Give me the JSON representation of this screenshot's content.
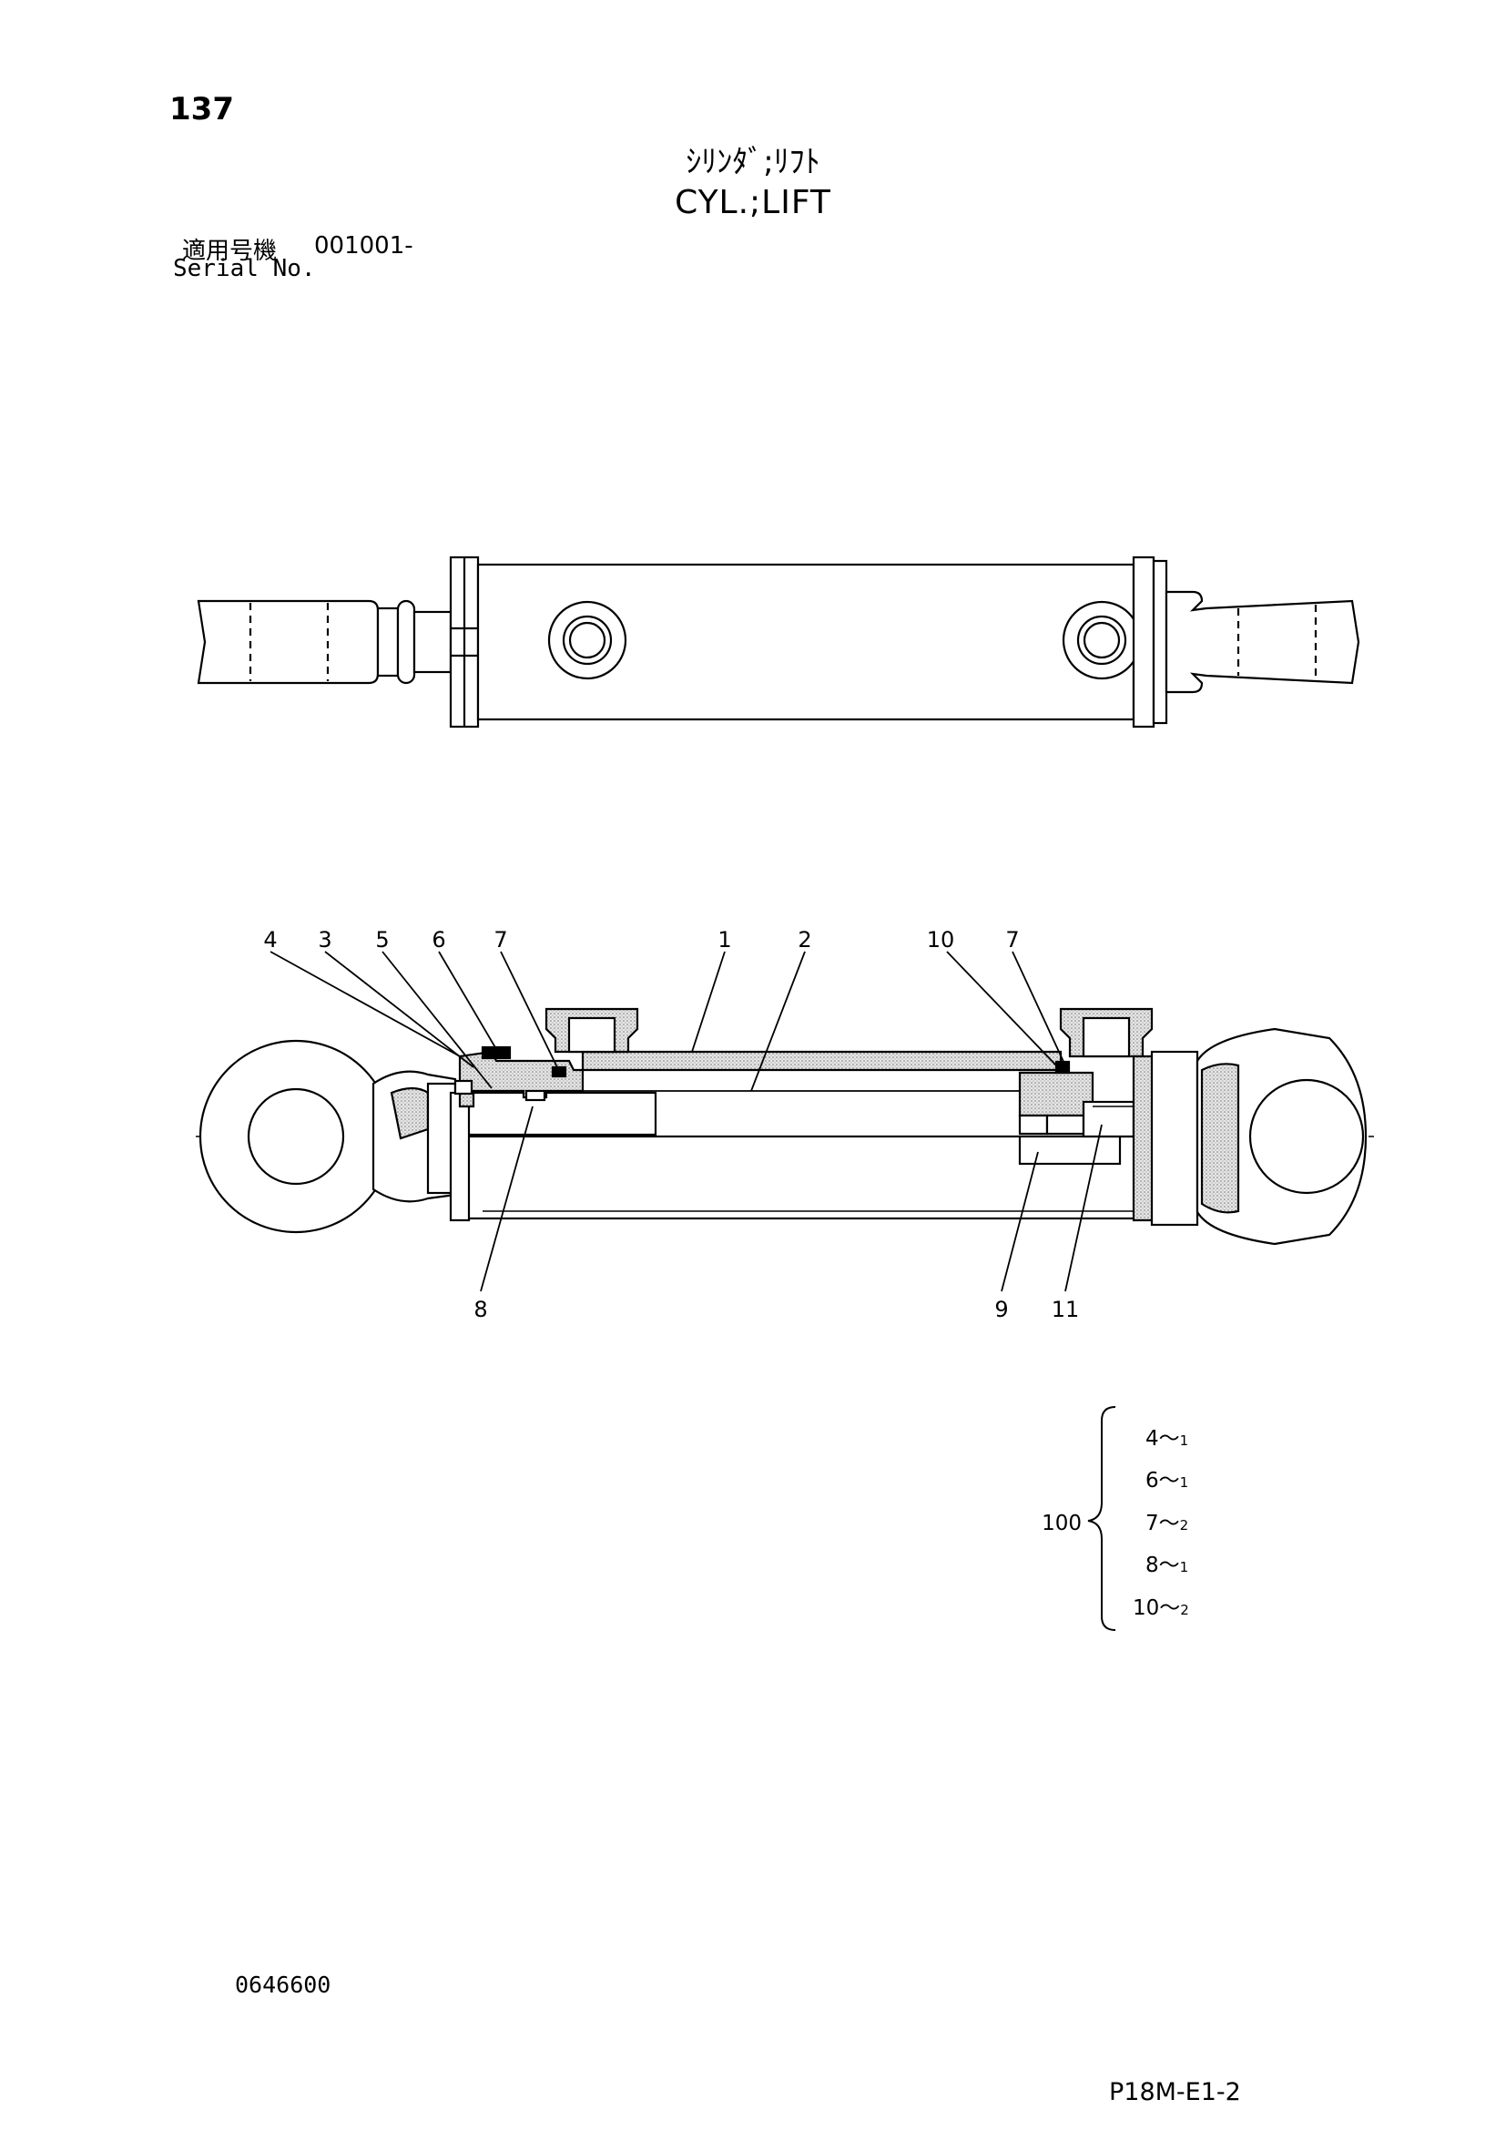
{
  "header": {
    "page_number": "137",
    "title_jp": "ｼﾘﾝﾀﾞ;ﾘﾌﾄ",
    "title_en": "CYL.;LIFT",
    "serial_label_jp": "適用号機",
    "serial_from": "001001-",
    "serial_label_en": "Serial No."
  },
  "callouts": [
    {
      "id": "c4",
      "label": "4"
    },
    {
      "id": "c3",
      "label": "3"
    },
    {
      "id": "c5",
      "label": "5"
    },
    {
      "id": "c6",
      "label": "6"
    },
    {
      "id": "c7a",
      "label": "7"
    },
    {
      "id": "c1",
      "label": "1"
    },
    {
      "id": "c2",
      "label": "2"
    },
    {
      "id": "c10",
      "label": "10"
    },
    {
      "id": "c7b",
      "label": "7"
    },
    {
      "id": "c8",
      "label": "8"
    },
    {
      "id": "c9",
      "label": "9"
    },
    {
      "id": "c11",
      "label": "11"
    }
  ],
  "seal_kit": {
    "kit_number": "100",
    "items": [
      {
        "part": "4",
        "sep": "～",
        "qty": "1"
      },
      {
        "part": "6",
        "sep": "～",
        "qty": "1"
      },
      {
        "part": "7",
        "sep": "～",
        "qty": "2"
      },
      {
        "part": "8",
        "sep": "～",
        "qty": "1"
      },
      {
        "part": "10",
        "sep": "～",
        "qty": "2"
      }
    ]
  },
  "footer": {
    "doc_number": "0646600",
    "drawing_code": "P18M-E1-2"
  },
  "colors": {
    "line": "#000000",
    "hatch_fill": "#cfcfcf"
  }
}
